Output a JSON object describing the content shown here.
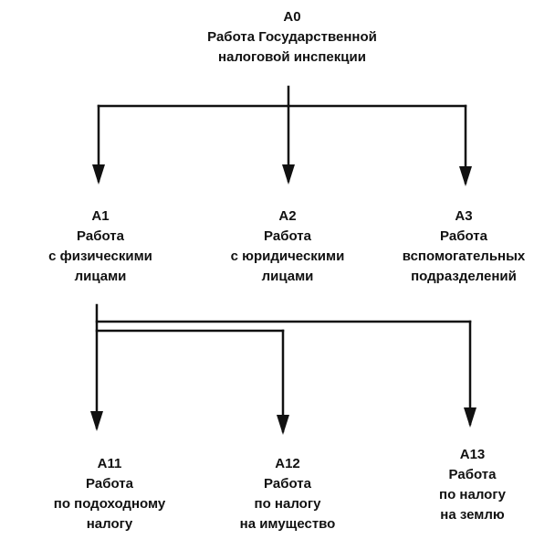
{
  "diagram": {
    "colors": {
      "ink": "#111111",
      "background": "#ffffff"
    },
    "root": {
      "code": "A0",
      "lines": [
        "Работа Государственной",
        "налоговой инспекции"
      ]
    },
    "level1": [
      {
        "code": "A1",
        "lines": [
          "Работа",
          "с физическими",
          "лицами"
        ]
      },
      {
        "code": "A2",
        "lines": [
          "Работа",
          "с юридическими",
          "лицами"
        ]
      },
      {
        "code": "A3",
        "lines": [
          "Работа",
          "вспомогательных",
          "подразделений"
        ]
      }
    ],
    "level2": [
      {
        "code": "A11",
        "lines": [
          "Работа",
          "по подоходному",
          "налогу"
        ]
      },
      {
        "code": "A12",
        "lines": [
          "Работа",
          "по налогу",
          "на имущество"
        ]
      },
      {
        "code": "A13",
        "lines": [
          "Работа",
          "по налогу",
          "на землю"
        ]
      }
    ]
  }
}
